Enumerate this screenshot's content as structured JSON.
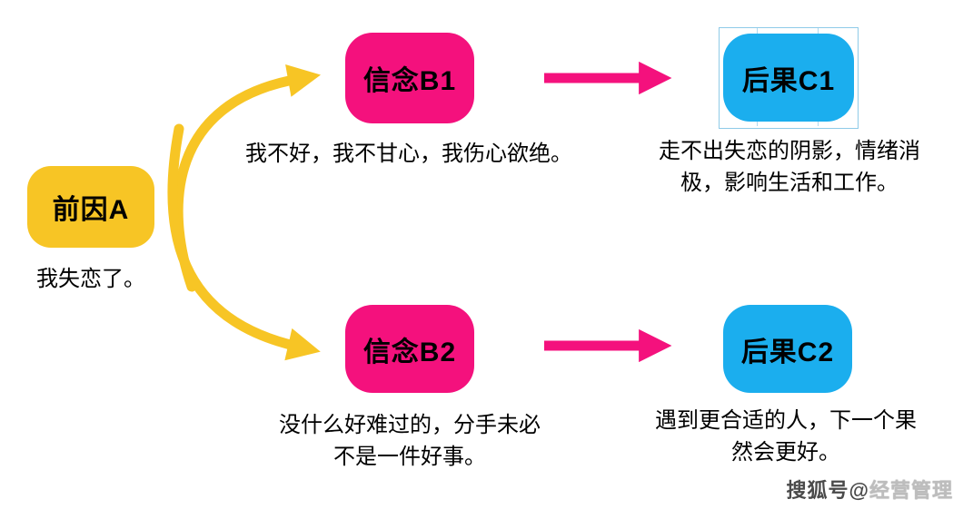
{
  "diagram": {
    "colors": {
      "antecedent_fill": "#F7C525",
      "belief_fill": "#F4117D",
      "consequence_fill": "#1BAEEE",
      "arrow_yellow": "#F7C525",
      "arrow_pink": "#F4117D",
      "text": "#000000",
      "selection_outline": "#8fcbe8",
      "background": "#ffffff"
    },
    "antecedent": {
      "label": "前因A",
      "caption": "我失恋了。"
    },
    "belief1": {
      "label": "信念B1",
      "caption": "我不好，我不甘心，我伤心欲绝。"
    },
    "consequence1": {
      "label": "后果C1",
      "caption": "走不出失恋的阴影，情绪消极，影响生活和工作。"
    },
    "belief2": {
      "label": "信念B2",
      "caption": "没什么好难过的，分手未必不是一件好事。"
    },
    "consequence2": {
      "label": "后果C2",
      "caption": "遇到更合适的人，下一个果然会更好。"
    }
  },
  "watermark": {
    "prefix": "搜狐号@",
    "name": "经营管理"
  }
}
